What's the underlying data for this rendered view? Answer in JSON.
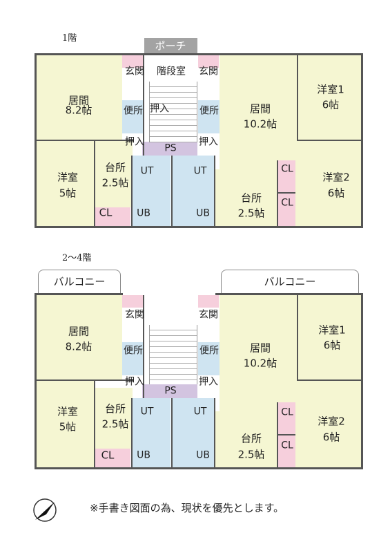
{
  "floor1": {
    "title": "1階",
    "porch": "ポーチ",
    "left": {
      "living": {
        "name": "居間",
        "size": "8.2帖"
      },
      "western": {
        "name": "洋室",
        "size": "5帖"
      },
      "kitchen": {
        "name": "台所",
        "size": "2.5帖"
      },
      "closet": "CL",
      "entrance": "玄関",
      "toilet": "便所",
      "oshiire_top": "押入",
      "oshiire_bottom": "押入",
      "ut": "UT",
      "ub": "UB"
    },
    "stair_hall": "階段室",
    "ps": "PS",
    "right": {
      "living": {
        "name": "居間",
        "size": "10.2帖"
      },
      "western1": {
        "name": "洋室1",
        "size": "6帖"
      },
      "western2": {
        "name": "洋室2",
        "size": "6帖"
      },
      "kitchen": {
        "name": "台所",
        "size": "2.5帖"
      },
      "closet1": "CL",
      "closet2": "CL",
      "entrance": "玄関",
      "toilet": "便所",
      "oshiire": "押入",
      "ut": "UT",
      "ub": "UB"
    }
  },
  "floor2": {
    "title": "2～4階",
    "balcony_left": "バルコニー",
    "balcony_right": "バルコニー",
    "left": {
      "living": {
        "name": "居間",
        "size": "8.2帖"
      },
      "western": {
        "name": "洋室",
        "size": "5帖"
      },
      "kitchen": {
        "name": "台所",
        "size": "2.5帖"
      },
      "closet": "CL",
      "entrance": "玄関",
      "toilet": "便所",
      "oshiire": "押入",
      "ut": "UT",
      "ub": "UB"
    },
    "ps": "PS",
    "right": {
      "living": {
        "name": "居間",
        "size": "10.2帖"
      },
      "western1": {
        "name": "洋室1",
        "size": "6帖"
      },
      "western2": {
        "name": "洋室2",
        "size": "6帖"
      },
      "kitchen": {
        "name": "台所",
        "size": "2.5帖"
      },
      "closet1": "CL",
      "closet2": "CL",
      "entrance": "玄関",
      "toilet": "便所",
      "oshiire": "押入",
      "ut": "UT",
      "ub": "UB"
    }
  },
  "note": "※手書き図面の為、現状を優先とします。",
  "compass_icon": "north-arrow-icon",
  "colors": {
    "room": "#f5f6d2",
    "wet": "#cfe4f1",
    "closet": "#f6cfdc",
    "ps": "#d3c4e0",
    "wall": "#555555"
  }
}
